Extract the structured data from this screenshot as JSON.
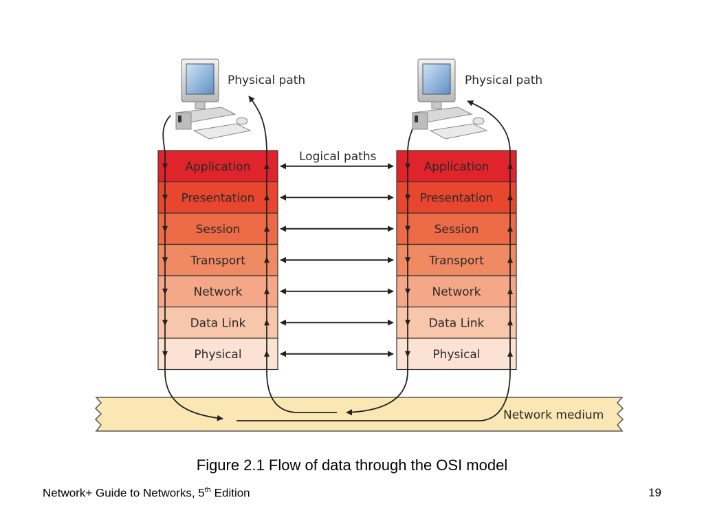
{
  "diagram": {
    "layers": [
      {
        "name": "Application",
        "color": "#e0242b"
      },
      {
        "name": "Presentation",
        "color": "#e8462f"
      },
      {
        "name": "Session",
        "color": "#ec6a45"
      },
      {
        "name": "Transport",
        "color": "#f08a63"
      },
      {
        "name": "Network",
        "color": "#f4a888"
      },
      {
        "name": "Data Link",
        "color": "#f8c6aa"
      },
      {
        "name": "Physical",
        "color": "#fbe2d3"
      }
    ],
    "physical_path_left": "Physical path",
    "physical_path_right": "Physical path",
    "logical_paths": "Logical paths",
    "network_medium": "Network medium",
    "network_medium_color": "#fbe7b4",
    "line_color": "#222222"
  },
  "caption": "Figure 2.1 Flow of data through the OSI model",
  "footer": {
    "title_main": "Network+ Guide to Networks, 5",
    "title_sup": "th",
    "title_end": " Edition",
    "page_number": "19"
  }
}
